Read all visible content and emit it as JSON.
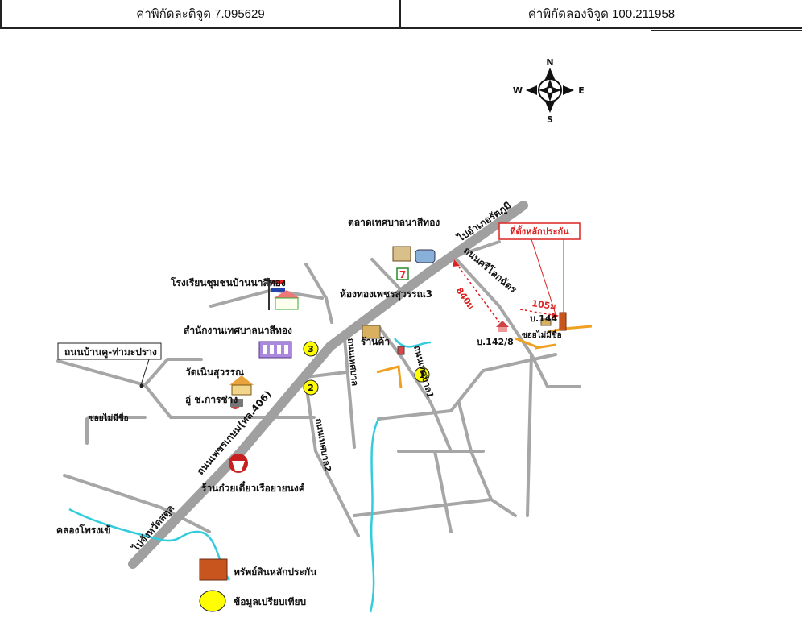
{
  "header": {
    "latitude_label": "ค่าพิกัดละติจูด 7.095629",
    "longitude_label": "ค่าพิกัดลองจิจูด 100.211958"
  },
  "compass": {
    "north": "N",
    "south": "S",
    "east": "E",
    "west": "W"
  },
  "labels": {
    "market": "ตลาดเทศบาลนาสีทอง",
    "collateral_location": "ที่ตั้งหลักประกัน",
    "to_district": "ไปอำเภอรัตภูมิ",
    "road_sri_rattana": "ถนนศรีโลกฉัตร",
    "distance_840": "840ม",
    "distance_105": "105ม",
    "house_144": "บ.144",
    "house_142_8": "บ.142/8",
    "soi_unnamed_right": "ซอยไม่มีชื่อ",
    "school": "โรงเรียนชุมชนบ้านนาสีทอง",
    "gold_shop": "ห้องทองเพชรสุวรรณ3",
    "municipal_office": "สำนักงานเทศบาลนาสีทอง",
    "shop": "ร้านค้า",
    "road_left_branch": "ถนนบ้านคู-ท่ามะปราง",
    "wat": "วัดเนินสุวรรณ",
    "garage": "อู่ ช.การช่าง",
    "soi_unnamed_left": "ซอยไม่มีชื่อ",
    "main_road": "ถนนเพชรเกษม(ทล.406)",
    "to_satun": "ไปจังหวัดสตูล",
    "road_a": "ถนนเทศบาล",
    "road_b": "ถนนเทศบาล1",
    "road_c": "ถนนเทศบาล2",
    "noodle_shop": "ร้านก๋วยเตี๋ยวเรือยายนงค์",
    "canal": "คลองโพรงเข้",
    "marker_1": "1",
    "marker_2": "2",
    "marker_3": "3"
  },
  "legend": {
    "collateral": "ทรัพย์สินหลักประกัน",
    "comparison": "ข้อมูลเปรียบเทียบ"
  },
  "colors": {
    "road": "#a6a6a6",
    "main_road": "#a0a0a0",
    "canal": "#33ccdd",
    "collateral": "#c8541e",
    "marker": "#ffff00",
    "soi": "#f0a020",
    "red_text": "#dd2222"
  }
}
